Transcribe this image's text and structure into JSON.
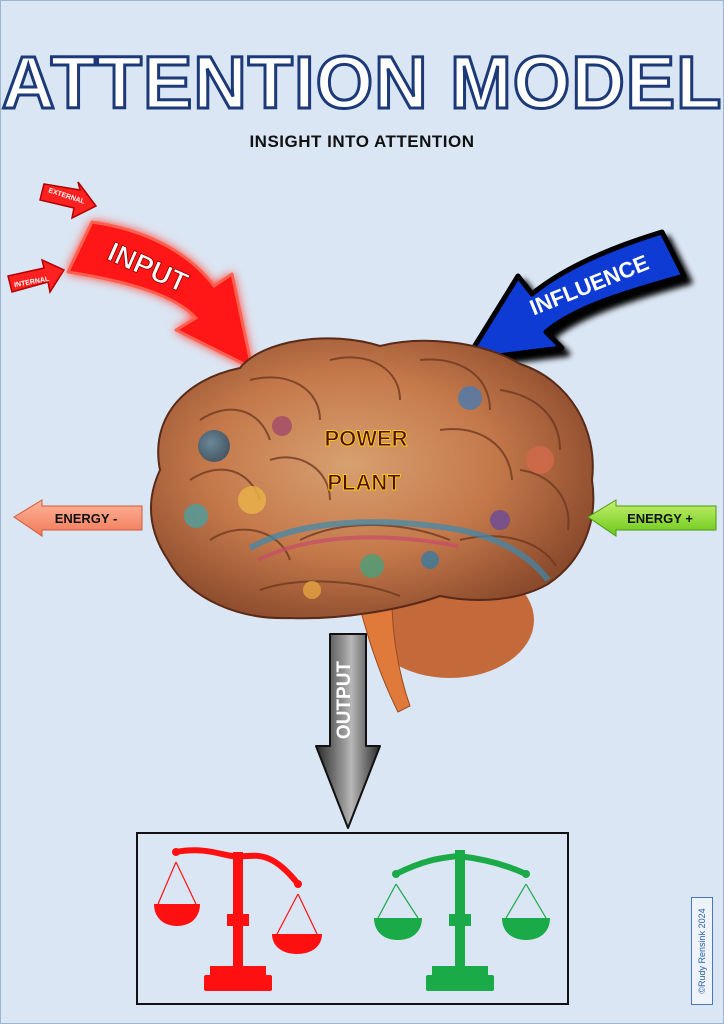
{
  "title": "ATTENTION MODEL",
  "subtitle": "INSIGHT INTO ATTENTION",
  "arrows": {
    "input": "INPUT",
    "external": "EXTERNAL",
    "internal": "INTERNAL",
    "influence": "INFLUENCE",
    "energy_minus": "ENERGY -",
    "energy_plus": "ENERGY +",
    "output": "OUTPUT"
  },
  "brain": {
    "line1": "POWER",
    "line2": "PLANT"
  },
  "scales": {
    "left_color": "#ff1010",
    "right_color": "#1aaa48"
  },
  "copyright": "©Rudy Rensink 2024"
}
